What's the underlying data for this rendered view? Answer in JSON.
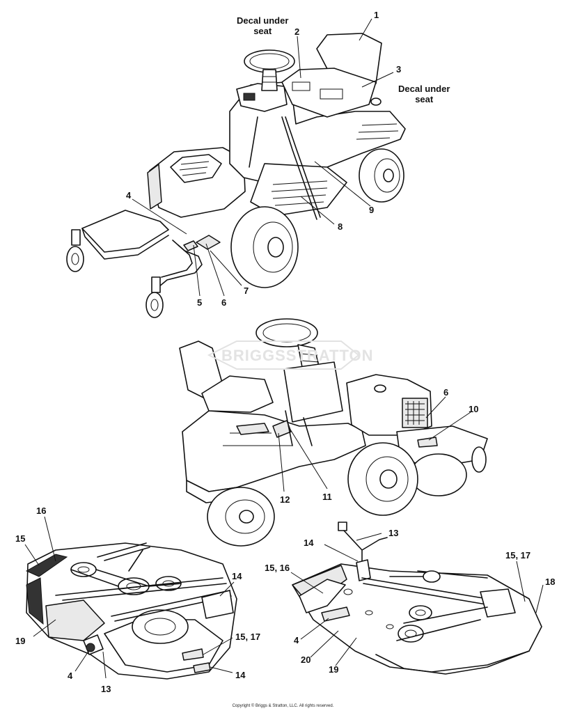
{
  "callouts": {
    "decal_under_seat_left": "Decal under\nseat",
    "decal_under_seat_right": "Decal under\nseat",
    "c1": "1",
    "c2": "2",
    "c3": "3",
    "c4_top": "4",
    "c5": "5",
    "c6_top": "6",
    "c7": "7",
    "c8": "8",
    "c9": "9",
    "c6_mid": "6",
    "c10": "10",
    "c11": "11",
    "c12": "12",
    "c16_left": "16",
    "c15_left": "15",
    "c14_left_top": "14",
    "c19_left": "19",
    "c4_left": "4",
    "c13_left": "13",
    "c15_17_left": "15, 17",
    "c14_left_bottom": "14",
    "c13_right": "13",
    "c14_right": "14",
    "c15_16_right": "15, 16",
    "c15_17_right": "15, 17",
    "c18": "18",
    "c4_right": "4",
    "c20": "20",
    "c19_right": "19"
  },
  "watermark": "BRIGGSSTRATTON",
  "copyright": "Copyright © Briggs & Stratton, LLC. All rights reserved."
}
